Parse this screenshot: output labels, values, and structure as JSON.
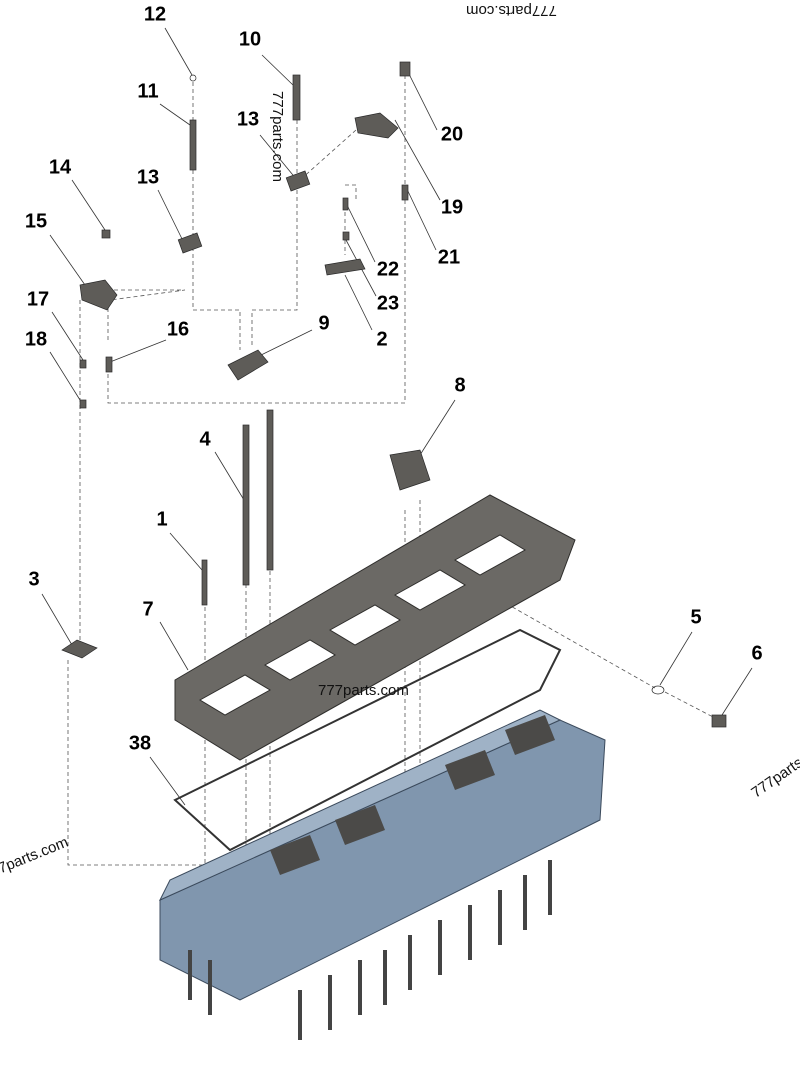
{
  "callouts": [
    "12",
    "10",
    "11",
    "13",
    "20",
    "14",
    "13",
    "19",
    "15",
    "22",
    "21",
    "17",
    "23",
    "16",
    "9",
    "2",
    "18",
    "8",
    "4",
    "1",
    "3",
    "7",
    "5",
    "6",
    "38"
  ],
  "watermark": "777parts.com",
  "colors": {
    "part": "#5e5c58",
    "head": "#7f94ad",
    "leader": "#333333"
  }
}
